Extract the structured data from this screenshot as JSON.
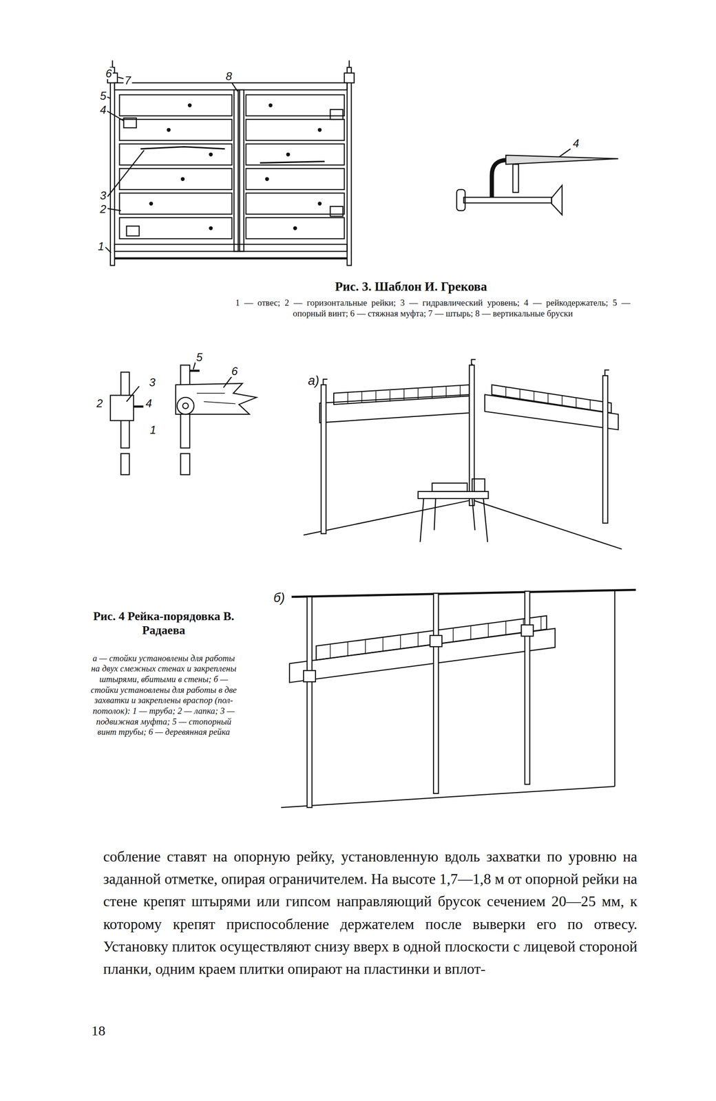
{
  "diagram": {
    "labels": [
      "6",
      "7",
      "5",
      "4",
      "8",
      "3",
      "2",
      "1",
      "4",
      "Рис. 3. Шаблон И. Грекова",
      "1 — отвес; 2 — горизонтальные рейки; 3 — гидравлический уровень; 4 — рейкодержатель; 5 — опорный винт; 6 — стяжная муфта; 7 — штырь; 8 — вертикальные бруски",
      "3",
      "2",
      "4",
      "1",
      "5",
      "6",
      "а)",
      "б)",
      "Рис. 4 Рейка-порядовка В. Радаева",
      "а — стойки установлены для работы на двух смежных стенах и закреплены штырями, вбитыми в стены; б — стойки установлены для работы в две захватки и закреплены враспор (пол-потолок): 1 — труба; 2 — лапка; 3 — подвижная муфта; 5 — стопорный винт трубы; 6 — деревянная рейка",
      "собление ставят на опорную рейку, установленную вдоль захватки по уровню на заданной отметке, опирая ограничителем. На высоте 1,7—1,8 м от опорной рейки на стене крепят штырями или гипсом направляющий брусок сечением 20—25 мм, к которому крепят приспособление держателем после выверки его по отвесу. Установку плиток осуществляют снизу вверх в одной плоскости с лицевой стороной планки, одним краем плитки опирают на пластинки и вплот-",
      "18"
    ]
  }
}
